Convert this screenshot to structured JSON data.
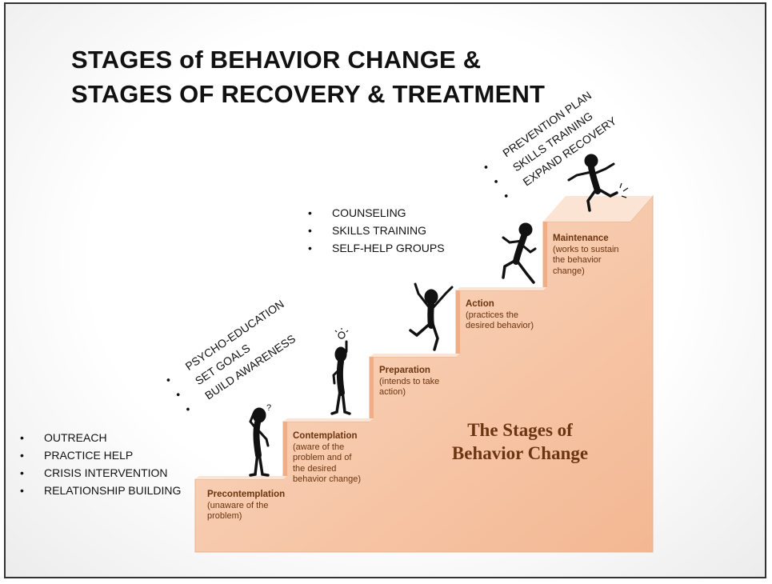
{
  "title": {
    "line1": "STAGES of BEHAVIOR CHANGE &",
    "line2": "STAGES OF RECOVERY & TREATMENT"
  },
  "treatment_groups": [
    {
      "items": [
        "OUTREACH",
        "PRACTICE HELP",
        "CRISIS INTERVENTION",
        "RELATIONSHIP BUILDING"
      ]
    },
    {
      "items": [
        "PSYCHO-EDUCATION",
        "SET GOALS",
        "BUILD AWARENESS"
      ]
    },
    {
      "items": [
        "COUNSELING",
        "SKILLS TRAINING",
        "SELF-HELP GROUPS"
      ]
    },
    {
      "items": [
        "PREVENTION PLAN",
        "SKILLS TRAINING",
        "EXPAND RECOVERY"
      ]
    }
  ],
  "stages": [
    {
      "name": "Precontemplation",
      "description": "(unaware of the\nproblem)"
    },
    {
      "name": "Contemplation",
      "description": "(aware of the\nproblem and of\nthe desired\nbehavior change)"
    },
    {
      "name": "Preparation",
      "description": "(intends to take\naction)"
    },
    {
      "name": "Action",
      "description": "(practices the\ndesired behavior)"
    },
    {
      "name": "Maintenance",
      "description": "(works to sustain\nthe behavior\nchange)"
    }
  ],
  "diagram_caption": {
    "line1": "The Stages of",
    "line2": "Behavior Change"
  },
  "colors": {
    "step_fill": "#f8cdb0",
    "step_shade": "#f3bc98",
    "label_text": "#6a3410",
    "figure": "#111111"
  }
}
